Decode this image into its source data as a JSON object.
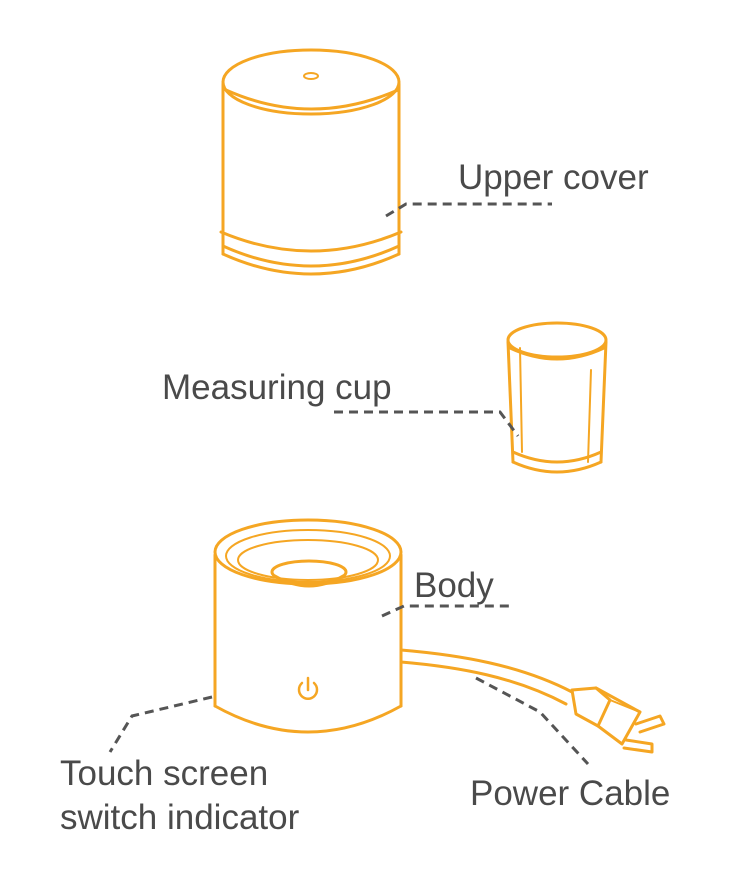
{
  "diagram": {
    "accent_color": "#f5a623",
    "leader_color": "#555555",
    "labels": {
      "upper_cover": "Upper cover",
      "measuring_cup": "Measuring cup",
      "body": "Body",
      "touch_line1": "Touch screen",
      "touch_line2": "switch indicator",
      "power_cable": "Power Cable"
    },
    "icons": [
      "power-icon",
      "plug-icon"
    ]
  }
}
